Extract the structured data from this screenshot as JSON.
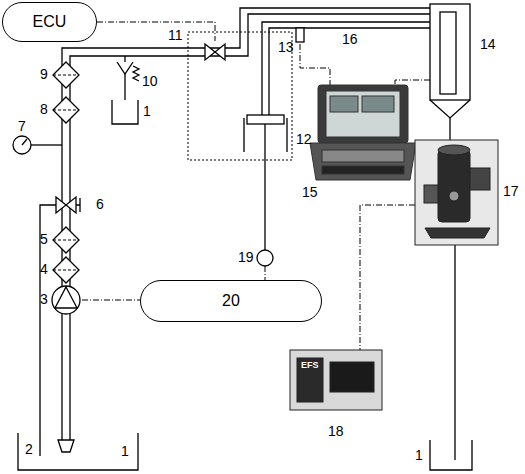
{
  "diagram": {
    "nodes": [
      {
        "text": [
          "ECU"
        ]
      },
      {
        "text": [
          "20"
        ]
      }
    ],
    "labels": [
      "11",
      "12",
      "13",
      "16",
      "14",
      "9",
      "10",
      "1",
      "8",
      "7",
      "6",
      "15",
      "17",
      "5",
      "4",
      "3",
      "19",
      "EFS",
      "18",
      "2",
      "1",
      "1"
    ]
  }
}
